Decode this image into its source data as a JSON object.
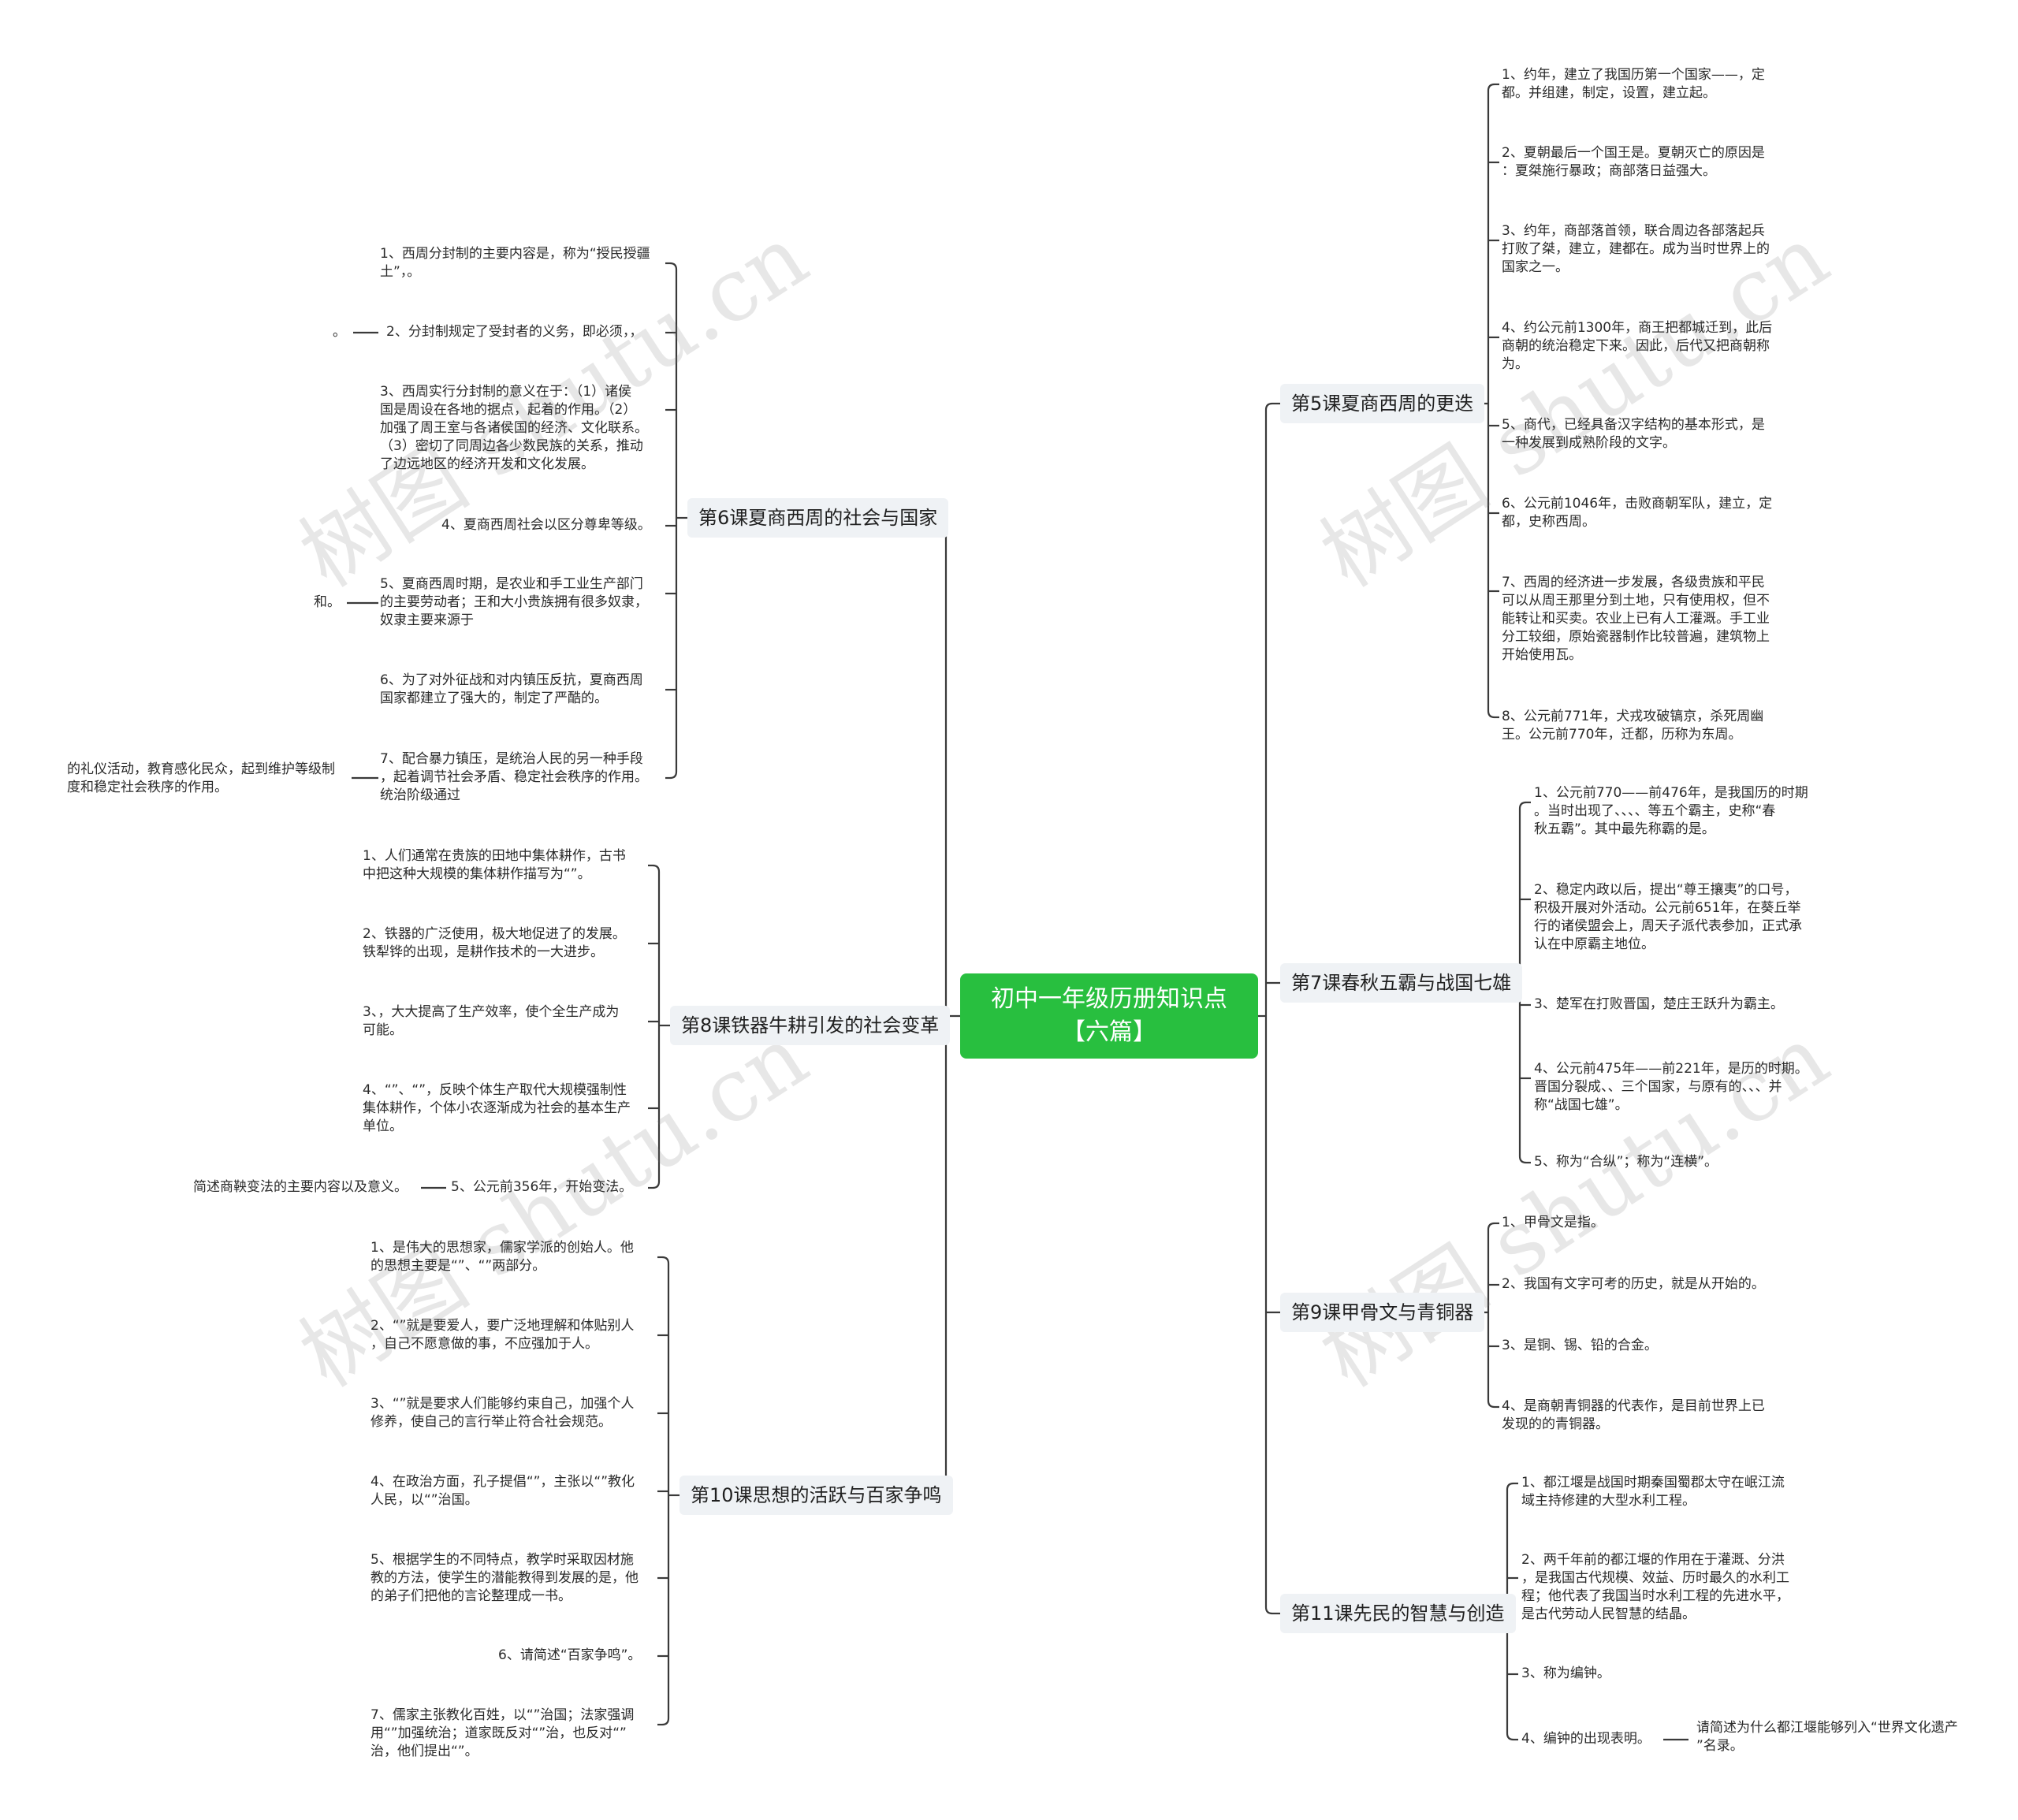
{
  "root": {
    "title": "初中一年级历册知识点【六篇】"
  },
  "watermark": "树图 shutu.cn",
  "lines_color": "#3a3a3a",
  "branches": [
    {
      "title": "第5课夏商西周的更迭",
      "items": [
        "1、约年，建立了我国历第一个国家——，定\n都。并组建，制定，设置，建立起。",
        "2、夏朝最后一个国王是。夏朝灭亡的原因是\n：夏桀施行暴政；商部落日益强大。",
        "3、约年，商部落首领，联合周边各部落起兵\n打败了桀，建立，建都在。成为当时世界上的\n国家之一。",
        "4、约公元前1300年，商王把都城迁到，此后\n商朝的统治稳定下来。因此，后代又把商朝称\n为。",
        "5、商代，已经具备汉字结构的基本形式，是\n一种发展到成熟阶段的文字。",
        "6、公元前1046年，击败商朝军队，建立，定\n都，史称西周。",
        "7、西周的经济进一步发展，各级贵族和平民\n可以从周王那里分到土地，只有使用权，但不\n能转让和买卖。农业上已有人工灌溉。手工业\n分工较细，原始瓷器制作比较普遍，建筑物上\n开始使用瓦。",
        "8、公元前771年，犬戎攻破镐京，杀死周幽\n王。公元前770年，迁都，历称为东周。"
      ]
    },
    {
      "title": "第7课春秋五霸与战国七雄",
      "items": [
        "1、公元前770——前476年，是我国历的时期\n。当时出现了、、、、等五个霸主，史称“春\n秋五霸”。其中最先称霸的是。",
        "2、稳定内政以后，提出“尊王攘夷”的口号，\n积极开展对外活动。公元前651年，在葵丘举\n行的诸侯盟会上，周天子派代表参加，正式承\n认在中原霸主地位。",
        "3、楚军在打败晋国，楚庄王跃升为霸主。",
        "4、公元前475年——前221年，是历的时期。\n晋国分裂成、、三个国家，与原有的、、、并\n称“战国七雄”。",
        "5、称为“合纵”；称为“连横”。"
      ]
    },
    {
      "title": "第9课甲骨文与青铜器",
      "items": [
        "1、甲骨文是指。",
        "2、我国有文字可考的历史，就是从开始的。",
        "3、是铜、锡、铅的合金。",
        "4、是商朝青铜器的代表作，是目前世界上已\n发现的的青铜器。"
      ]
    },
    {
      "title": "第11课先民的智慧与创造",
      "items": [
        "1、都江堰是战国时期秦国蜀郡太守在岷江流\n域主持修建的大型水利工程。",
        "2、两千年前的都江堰的作用在于灌溉、分洪\n，是我国古代规模、效益、历时最久的水利工\n程；他代表了我国当时水利工程的先进水平，\n是古代劳动人民智慧的结晶。",
        "3、称为编钟。",
        "4、编钟的出现表明。"
      ],
      "extra": {
        "item": 3,
        "text": "请简述为什么都江堰能够列入“世界文化遗产\n”名录。"
      }
    },
    {
      "title": "第6课夏商西周的社会与国家",
      "items": [
        "1、西周分封制的主要内容是，称为“授民授疆\n土”，。",
        "2、分封制规定了受封者的义务，即必须，，",
        "3、西周实行分封制的意义在于：（1）诸侯\n国是周设在各地的据点，起着的作用。（2）\n加强了周王室与各诸侯国的经济、文化联系。\n（3）密切了同周边各少数民族的关系，推动\n了边远地区的经济开发和文化发展。",
        "4、夏商西周社会以区分尊卑等级。",
        "5、夏商西周时期，是农业和手工业生产部门\n的主要劳动者；王和大小贵族拥有很多奴隶，\n奴隶主要来源于",
        "6、为了对外征战和对内镇压反抗，夏商西周\n国家都建立了强大的，制定了严酷的。",
        "7、配合暴力镇压，是统治人民的另一种手段\n，起着调节社会矛盾、稳定社会秩序的作用。\n统治阶级通过"
      ],
      "extras": [
        {
          "item": 1,
          "text": "。"
        },
        {
          "item": 4,
          "text": "和。"
        },
        {
          "item": 6,
          "text": "的礼仪活动，教育感化民众，起到维护等级制\n度和稳定社会秩序的作用。"
        }
      ]
    },
    {
      "title": "第8课铁器牛耕引发的社会变革",
      "items": [
        "1、人们通常在贵族的田地中集体耕作，古书\n中把这种大规模的集体耕作描写为“”。",
        "2、铁器的广泛使用，极大地促进了的发展。\n铁犁铧的出现，是耕作技术的一大进步。",
        "3、，大大提高了生产效率，使个全生产成为\n可能。",
        "4、“”、“”，反映个体生产取代大规模强制性\n集体耕作，个体小农逐渐成为社会的基本生产\n单位。",
        "5、公元前356年，开始变法。"
      ],
      "extras": [
        {
          "item": 4,
          "text": "简述商鞅变法的主要内容以及意义。"
        }
      ]
    },
    {
      "title": "第10课思想的活跃与百家争鸣",
      "items": [
        "1、是伟大的思想家，儒家学派的创始人。他\n的思想主要是“”、“”两部分。",
        "2、“”就是要爱人，要广泛地理解和体贴别人\n，自己不愿意做的事，不应强加于人。",
        "3、“”就是要求人们能够约束自己，加强个人\n修养，使自己的言行举止符合社会规范。",
        "4、在政治方面，孔子提倡“”，主张以“”教化\n人民，以“”治国。",
        "5、根据学生的不同特点，教学时采取因材施\n教的方法，使学生的潜能教得到发展的是，他\n的弟子们把他的言论整理成一书。",
        "6、请简述“百家争鸣”。",
        "7、儒家主张教化百姓，以“”治国；法家强调\n用“”加强统治；道家既反对“”治，也反对“”\n治，他们提出“”。"
      ]
    }
  ]
}
